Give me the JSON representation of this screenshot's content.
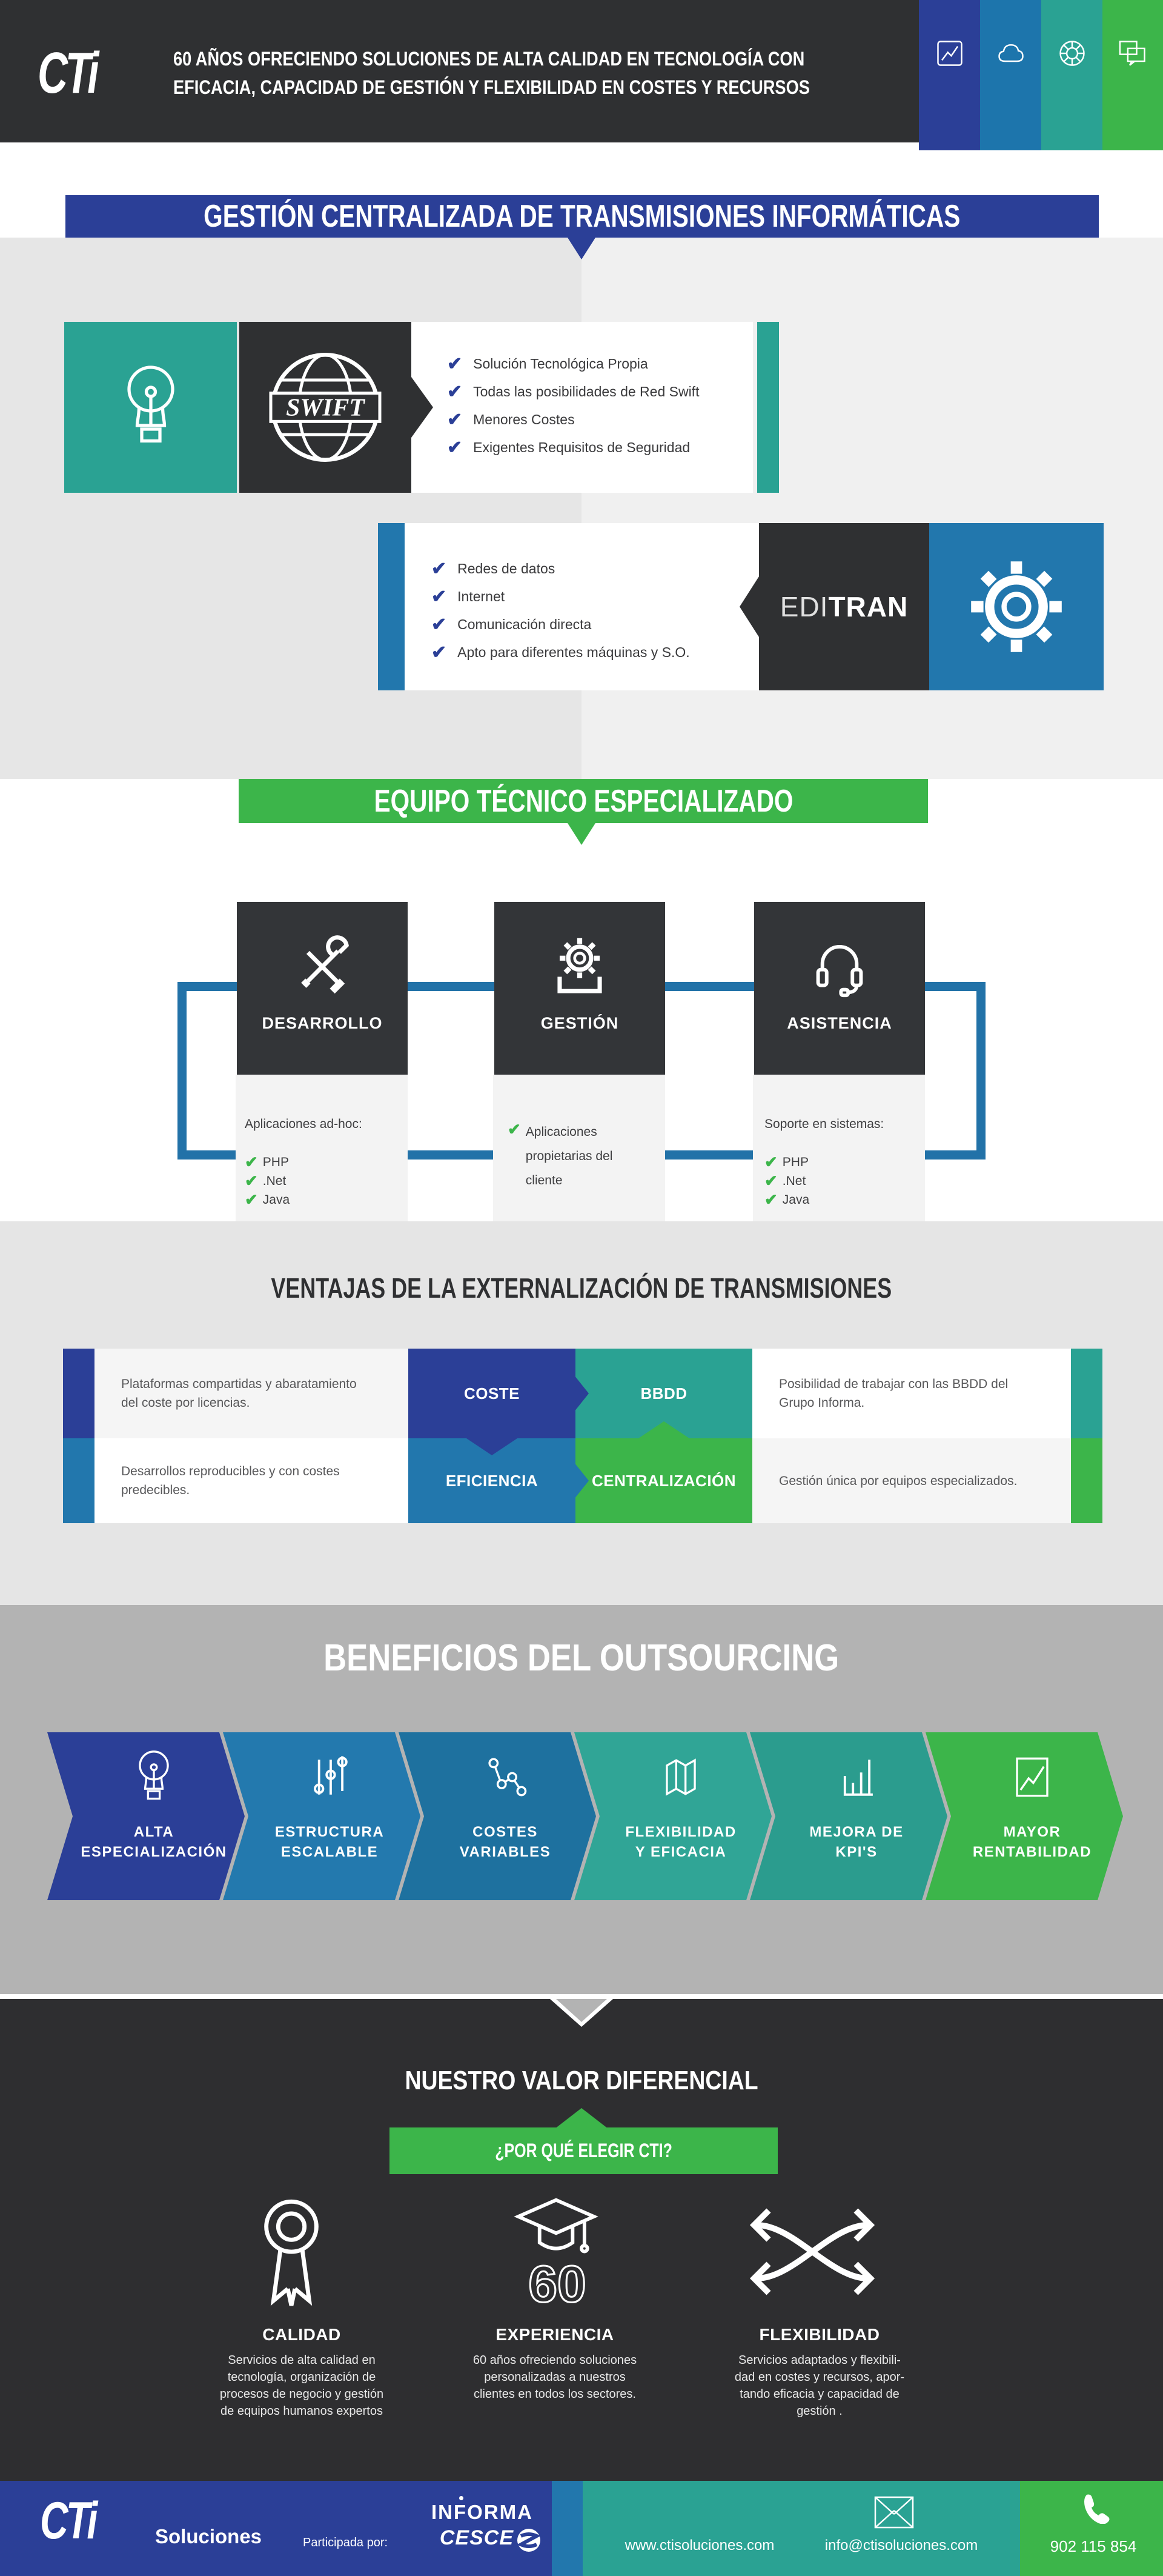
{
  "colors": {
    "dark": "#2f3032",
    "blue": "#2b3f97",
    "steel_blue": "#2277ad",
    "teal": "#2aa293",
    "green": "#3cb54a",
    "gray_band": "#b3b3b3",
    "frame_blue": "#2272a8"
  },
  "header": {
    "logo": "CTi",
    "tagline": "60 AÑOS OFRECIENDO SOLUCIONES  DE ALTA CALIDAD EN TECNOLOGÍA  CON\nEFICACIA, CAPACIDAD DE GESTIÓN Y FLEXIBILIDAD EN COSTES Y RECURSOS"
  },
  "transmisiones": {
    "banner": "GESTIÓN CENTRALIZADA DE TRANSMISIONES INFORMÁTICAS",
    "swift": {
      "logo": "SWIFT",
      "items": [
        "Solución Tecnológica Propia",
        "Todas las posibilidades de Red Swift",
        "Menores Costes",
        "Exigentes Requisitos de Seguridad"
      ]
    },
    "editran": {
      "name_thin": "EDI",
      "name_bold": "TRAN",
      "items": [
        "Redes de datos",
        "Internet",
        "Comunicación directa",
        "Apto para diferentes máquinas y S.O."
      ]
    }
  },
  "equipo": {
    "banner": "EQUIPO TÉCNICO ESPECIALIZADO",
    "col1": {
      "label": "DESARROLLO",
      "intro": "Aplicaciones ad-hoc:",
      "items": [
        "PHP",
        ".Net",
        "Java"
      ]
    },
    "col2": {
      "label": "GESTIÓN",
      "item": "Aplicaciones\npropietarias del\ncliente"
    },
    "col3": {
      "label": "ASISTENCIA",
      "intro": "Soporte en sistemas:",
      "items": [
        "PHP",
        ".Net",
        "Java"
      ]
    }
  },
  "ventajas": {
    "title": "VENTAJAS DE LA EXTERNALIZACIÓN DE TRANSMISIONES",
    "row1": {
      "left": "Plataformas compartidas y abaratamiento\ndel coste por licencias.",
      "cell1": "COSTE",
      "cell2": "BBDD",
      "right": "Posibilidad de trabajar con las BBDD del\nGrupo Informa."
    },
    "row2": {
      "left": "Desarrollos reproducibles y con costes\npredecibles.",
      "cell1": "EFICIENCIA",
      "cell2": "CENTRALIZACIÓN",
      "right": "Gestión única por equipos especializados."
    }
  },
  "beneficios": {
    "title": "BENEFICIOS DEL OUTSOURCING",
    "steps": [
      {
        "l1": "ALTA",
        "l2": "ESPECIALIZACIÓN"
      },
      {
        "l1": "ESTRUCTURA",
        "l2": "ESCALABLE"
      },
      {
        "l1": "COSTES",
        "l2": "VARIABLES"
      },
      {
        "l1": "FLEXIBILIDAD",
        "l2": "Y EFICACIA"
      },
      {
        "l1": "MEJORA DE",
        "l2": "KPI'S"
      },
      {
        "l1": "MAYOR",
        "l2": "RENTABILIDAD"
      }
    ]
  },
  "valor": {
    "title": "NUESTRO VALOR DIFERENCIAL",
    "subtitle": "¿POR QUÉ ELEGIR CTI?",
    "features": [
      {
        "title": "CALIDAD",
        "text": "Servicios de alta calidad en\ntecnología, organización de\nprocesos de negocio y gestión\nde equipos humanos expertos"
      },
      {
        "title": "EXPERIENCIA",
        "badge": "60",
        "text": "60 años ofreciendo soluciones\npersonalizadas a nuestros\nclientes en todos los sectores."
      },
      {
        "title": "FLEXIBILIDAD",
        "text": "Servicios adaptados y flexibili-\ndad en costes y recursos, apor-\ntando eficacia y capacidad de\ngestión ."
      }
    ]
  },
  "footer": {
    "logo": "CTi",
    "logo_sub": "Soluciones",
    "participada": "Participada por:",
    "informa": "INFORMA",
    "cesce": "CESCE",
    "web": "www.ctisoluciones.com",
    "email": "info@ctisoluciones.com",
    "phone": "902 115 854"
  }
}
